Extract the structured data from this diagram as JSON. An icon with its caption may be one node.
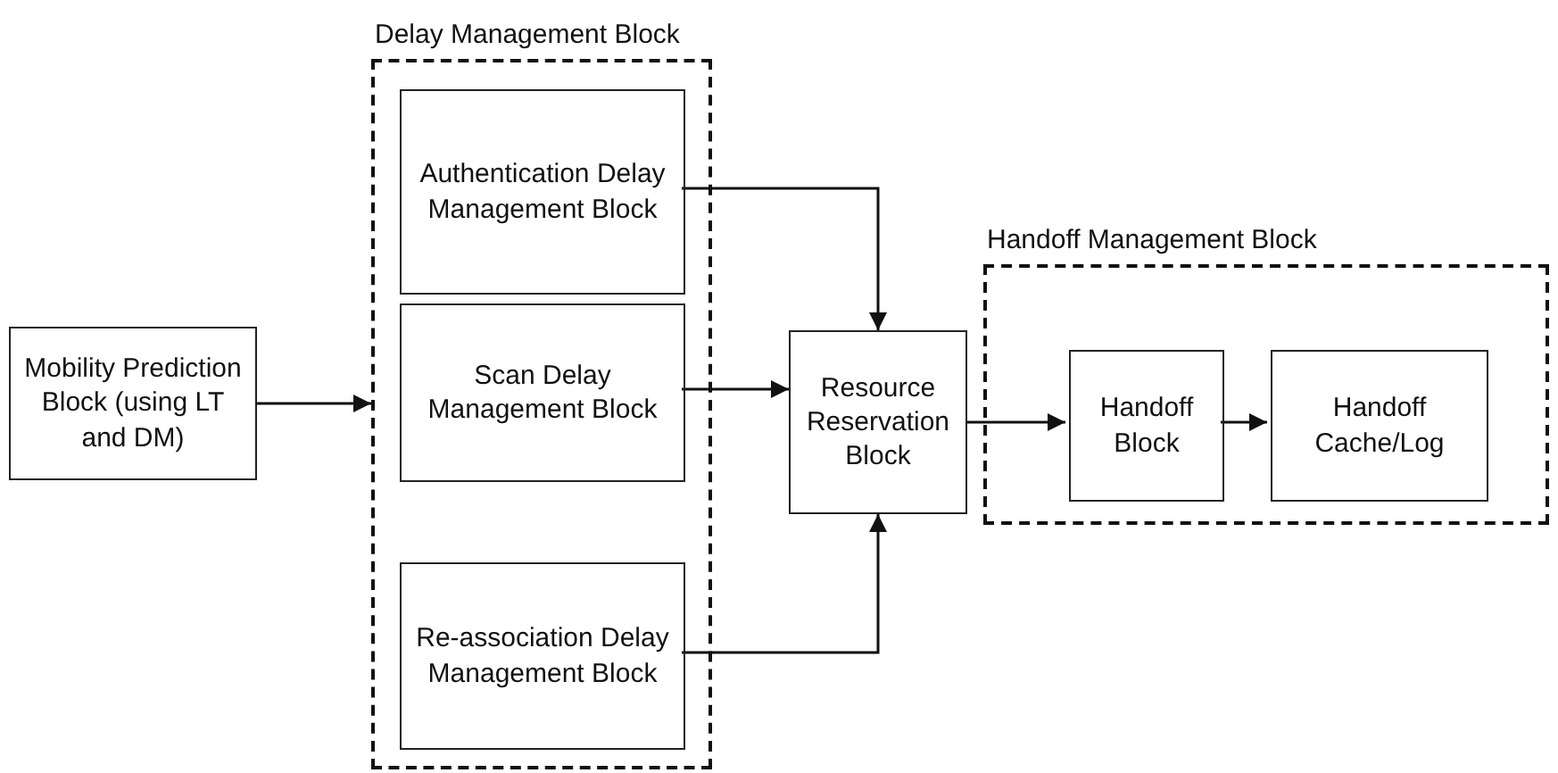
{
  "diagram": {
    "nodes": [
      {
        "text": [
          "Mobility Prediction Block (using LT and DM)"
        ]
      },
      {
        "text": [
          "Delay Management Block"
        ]
      },
      {
        "text": [
          "Authentication Delay Management Block"
        ],
        "in": 1
      },
      {
        "text": [
          "Scan Delay Management Block"
        ],
        "in": 1
      },
      {
        "text": [
          "Re-association Delay Management Block"
        ],
        "in": 1
      },
      {
        "text": [
          "Resource Reservation Block"
        ]
      },
      {
        "text": [
          "Handoff Management Block"
        ]
      },
      {
        "text": [
          "Handoff Block"
        ],
        "in": 6
      },
      {
        "text": [
          "Handoff Cache/Log"
        ],
        "in": 6
      }
    ],
    "edges": [
      {
        "from": 0,
        "to": 1,
        "arrow": "to"
      },
      {
        "from": 2,
        "to": 5,
        "arrow": "to"
      },
      {
        "from": 3,
        "to": 5,
        "arrow": "to"
      },
      {
        "from": 4,
        "to": 5,
        "arrow": "to"
      },
      {
        "from": 5,
        "to": 7,
        "arrow": "to"
      },
      {
        "from": 7,
        "to": 8,
        "arrow": "to"
      }
    ]
  }
}
